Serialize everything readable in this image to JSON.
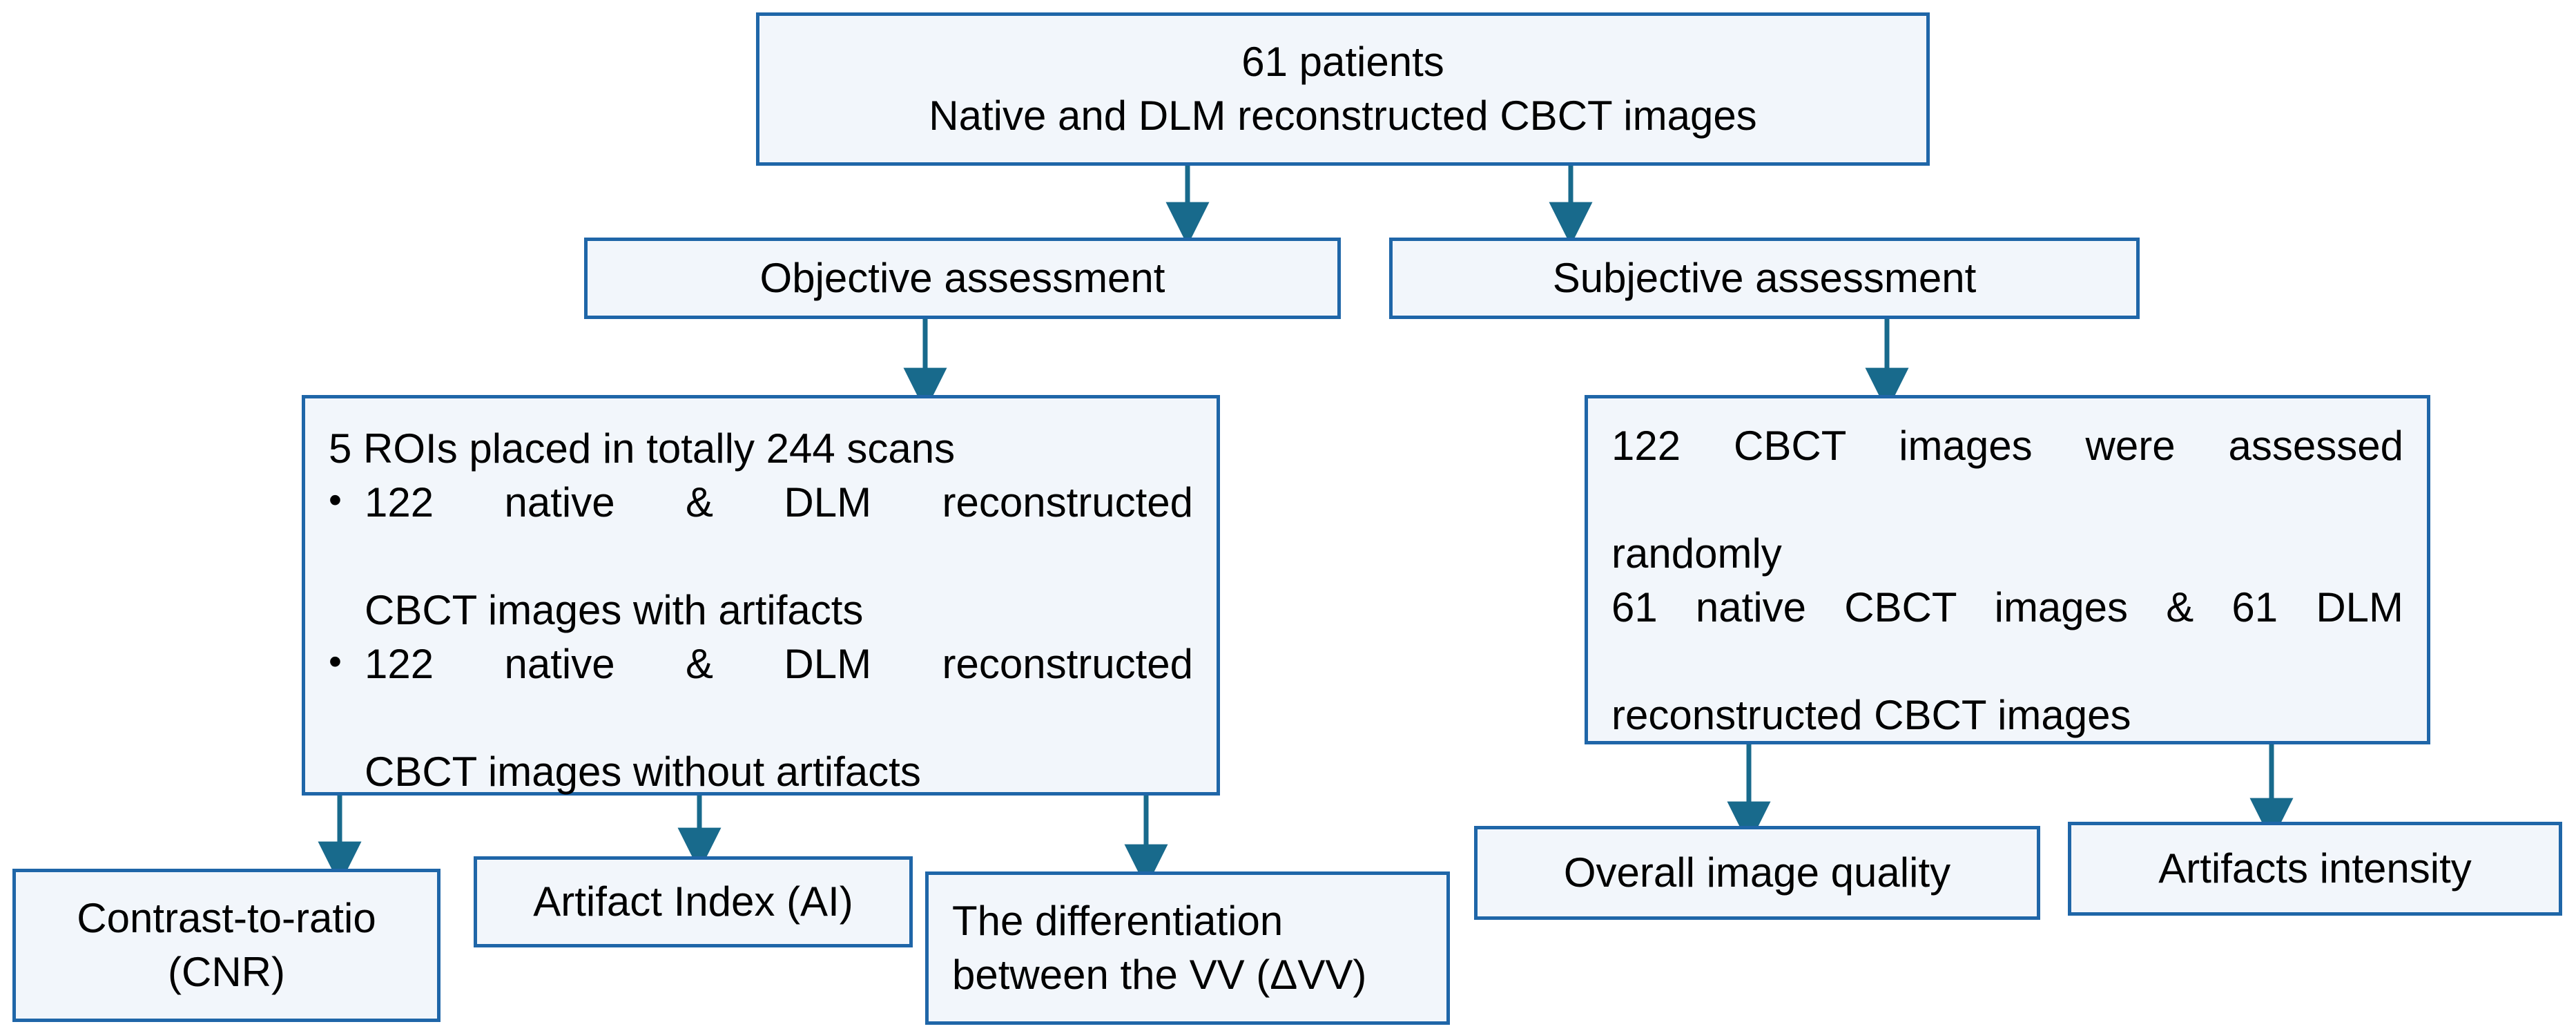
{
  "figure": {
    "type": "flowchart",
    "orientation": "top-down",
    "colors": {
      "node_border": "#1f66a8",
      "node_fill": "#f2f6fb",
      "connector": "#186a8c",
      "text": "#000000",
      "background": "#ffffff"
    }
  },
  "nodes": {
    "root": {
      "id": "root",
      "lines": [
        "61 patients",
        "Native and DLM reconstructed CBCT images"
      ]
    },
    "objective": {
      "id": "objective",
      "label": "Objective assessment"
    },
    "subjective": {
      "id": "subjective",
      "label": "Subjective assessment"
    },
    "objective_detail": {
      "id": "objective-detail",
      "heading": "5 ROIs placed in totally 244 scans",
      "bullets": [
        {
          "marker": "•",
          "line1": "122 native & DLM reconstructed",
          "line2": "CBCT images with artifacts"
        },
        {
          "marker": "•",
          "line1": "122 native & DLM reconstructed",
          "line2": "CBCT images without artifacts"
        }
      ]
    },
    "subjective_detail": {
      "id": "subjective-detail",
      "paragraph1_line1": "122 CBCT images were assessed",
      "paragraph1_line2": "randomly",
      "paragraph2_line1": "61 native CBCT images & 61 DLM",
      "paragraph2_line2": "reconstructed CBCT images"
    },
    "cnr": {
      "id": "cnr",
      "line1": "Contrast-to-ratio",
      "line2": "(CNR)"
    },
    "ai": {
      "id": "artifact-index",
      "label": "Artifact Index (AI)"
    },
    "dvv": {
      "id": "delta-vv",
      "line1": "The differentiation",
      "line2": "between the VV (ΔVV)"
    },
    "overall_quality": {
      "id": "overall-image-quality",
      "label": "Overall image quality"
    },
    "artifacts_intensity": {
      "id": "artifacts-intensity",
      "label": "Artifacts intensity"
    }
  },
  "edges": [
    {
      "from": "root",
      "to": "objective"
    },
    {
      "from": "root",
      "to": "subjective"
    },
    {
      "from": "objective",
      "to": "objective-detail"
    },
    {
      "from": "subjective",
      "to": "subjective-detail"
    },
    {
      "from": "objective-detail",
      "to": "cnr"
    },
    {
      "from": "objective-detail",
      "to": "artifact-index"
    },
    {
      "from": "objective-detail",
      "to": "delta-vv"
    },
    {
      "from": "subjective-detail",
      "to": "overall-image-quality"
    },
    {
      "from": "subjective-detail",
      "to": "artifacts-intensity"
    }
  ]
}
